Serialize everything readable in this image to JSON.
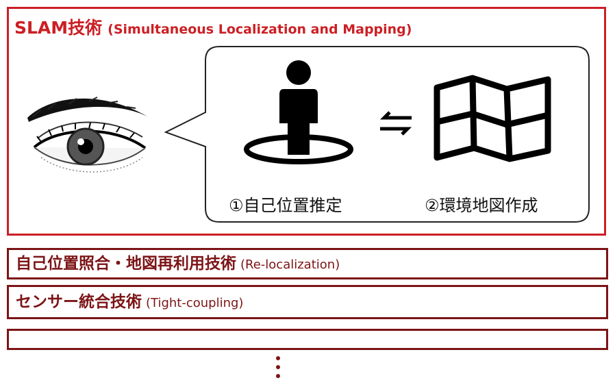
{
  "slam": {
    "title": "SLAM技術",
    "subtitle": "(Simultaneous Localization and Mapping)",
    "steps": {
      "step1": "①自己位置推定",
      "step2": "②環境地図作成"
    }
  },
  "bars": [
    {
      "title": "自己位置照合・地図再利用技術",
      "subtitle": "(Re-localization)"
    },
    {
      "title": "センサー統合技術",
      "subtitle": "(Tight-coupling)"
    },
    {
      "title": "",
      "subtitle": ""
    }
  ],
  "colors": {
    "slam_red": "#cc1f24",
    "bar_dark_red": "#7c1416",
    "ellipsis": "#7c1416"
  },
  "icons": [
    "eye-illustration",
    "person-location-icon",
    "bidirectional-arrows-icon",
    "folded-map-icon",
    "vertical-ellipsis-icon"
  ]
}
